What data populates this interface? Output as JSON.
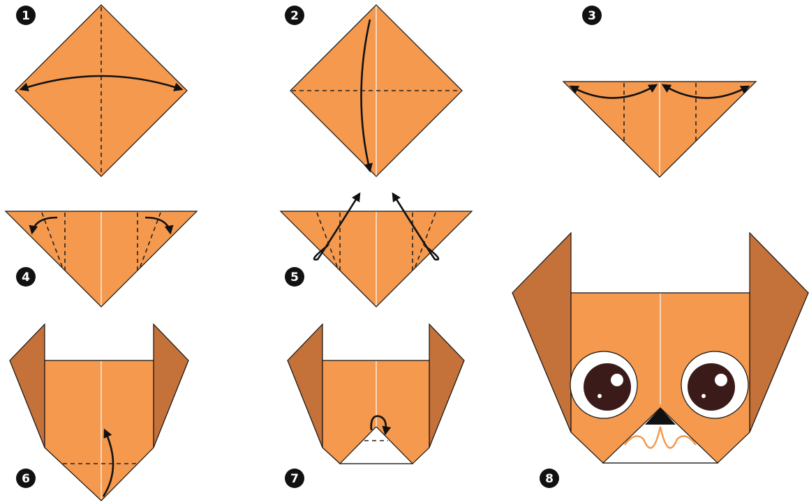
{
  "colors": {
    "paper": "#F4994E",
    "paper_dark": "#C4713A",
    "eye_white": "#FFFFFF",
    "eye_pupil": "#3B1B19",
    "nose": "#111111",
    "mouth": "#F4994E",
    "outline": "#111111"
  },
  "steps": [
    {
      "number": "1"
    },
    {
      "number": "2"
    },
    {
      "number": "3"
    },
    {
      "number": "4"
    },
    {
      "number": "5"
    },
    {
      "number": "6"
    },
    {
      "number": "7"
    },
    {
      "number": "8"
    }
  ]
}
